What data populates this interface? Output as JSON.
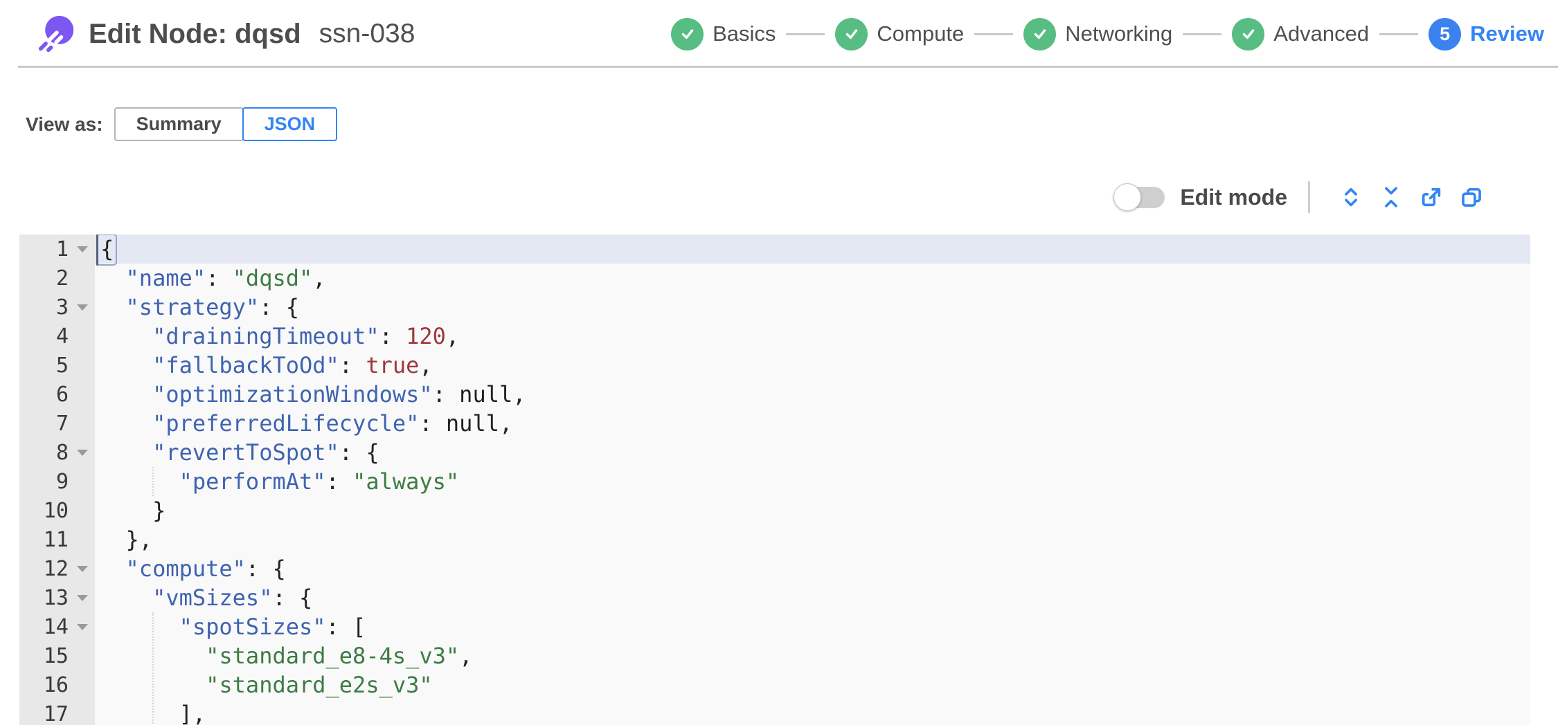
{
  "header": {
    "title": "Edit Node: dqsd",
    "subtitle": "ssn-038"
  },
  "stepper": {
    "steps": [
      {
        "label": "Basics",
        "state": "complete"
      },
      {
        "label": "Compute",
        "state": "complete"
      },
      {
        "label": "Networking",
        "state": "complete"
      },
      {
        "label": "Advanced",
        "state": "complete"
      },
      {
        "label": "Review",
        "state": "current",
        "number": "5"
      }
    ]
  },
  "view_toggle": {
    "label": "View as:",
    "options": [
      {
        "label": "Summary",
        "selected": false
      },
      {
        "label": "JSON",
        "selected": true
      }
    ]
  },
  "toolbar": {
    "edit_mode_label": "Edit mode",
    "edit_mode_on": false,
    "icons": [
      "expand-icon",
      "collapse-icon",
      "export-icon",
      "copy-icon"
    ]
  },
  "editor": {
    "active_line": 1,
    "guides": [
      {
        "col": 4,
        "from": 9,
        "to": 9
      },
      {
        "col": 4,
        "from": 14,
        "to": 17
      }
    ],
    "lines": [
      {
        "num": "1",
        "fold": true,
        "tokens": [
          {
            "t": "{",
            "c": "p",
            "cursor": true
          }
        ]
      },
      {
        "num": "2",
        "fold": false,
        "tokens": [
          {
            "t": "  ",
            "c": "p"
          },
          {
            "t": "\"name\"",
            "c": "k"
          },
          {
            "t": ": ",
            "c": "p"
          },
          {
            "t": "\"dqsd\"",
            "c": "s"
          },
          {
            "t": ",",
            "c": "p"
          }
        ]
      },
      {
        "num": "3",
        "fold": true,
        "tokens": [
          {
            "t": "  ",
            "c": "p"
          },
          {
            "t": "\"strategy\"",
            "c": "k"
          },
          {
            "t": ": {",
            "c": "p"
          }
        ]
      },
      {
        "num": "4",
        "fold": false,
        "tokens": [
          {
            "t": "    ",
            "c": "p"
          },
          {
            "t": "\"drainingTimeout\"",
            "c": "k"
          },
          {
            "t": ": ",
            "c": "p"
          },
          {
            "t": "120",
            "c": "n"
          },
          {
            "t": ",",
            "c": "p"
          }
        ]
      },
      {
        "num": "5",
        "fold": false,
        "tokens": [
          {
            "t": "    ",
            "c": "p"
          },
          {
            "t": "\"fallbackToOd\"",
            "c": "k"
          },
          {
            "t": ": ",
            "c": "p"
          },
          {
            "t": "true",
            "c": "n"
          },
          {
            "t": ",",
            "c": "p"
          }
        ]
      },
      {
        "num": "6",
        "fold": false,
        "tokens": [
          {
            "t": "    ",
            "c": "p"
          },
          {
            "t": "\"optimizationWindows\"",
            "c": "k"
          },
          {
            "t": ": ",
            "c": "p"
          },
          {
            "t": "null",
            "c": "u"
          },
          {
            "t": ",",
            "c": "p"
          }
        ]
      },
      {
        "num": "7",
        "fold": false,
        "tokens": [
          {
            "t": "    ",
            "c": "p"
          },
          {
            "t": "\"preferredLifecycle\"",
            "c": "k"
          },
          {
            "t": ": ",
            "c": "p"
          },
          {
            "t": "null",
            "c": "u"
          },
          {
            "t": ",",
            "c": "p"
          }
        ]
      },
      {
        "num": "8",
        "fold": true,
        "tokens": [
          {
            "t": "    ",
            "c": "p"
          },
          {
            "t": "\"revertToSpot\"",
            "c": "k"
          },
          {
            "t": ": {",
            "c": "p"
          }
        ]
      },
      {
        "num": "9",
        "fold": false,
        "tokens": [
          {
            "t": "      ",
            "c": "p"
          },
          {
            "t": "\"performAt\"",
            "c": "k"
          },
          {
            "t": ": ",
            "c": "p"
          },
          {
            "t": "\"always\"",
            "c": "s"
          }
        ]
      },
      {
        "num": "10",
        "fold": false,
        "tokens": [
          {
            "t": "    }",
            "c": "p"
          }
        ]
      },
      {
        "num": "11",
        "fold": false,
        "tokens": [
          {
            "t": "  },",
            "c": "p"
          }
        ]
      },
      {
        "num": "12",
        "fold": true,
        "tokens": [
          {
            "t": "  ",
            "c": "p"
          },
          {
            "t": "\"compute\"",
            "c": "k"
          },
          {
            "t": ": {",
            "c": "p"
          }
        ]
      },
      {
        "num": "13",
        "fold": true,
        "tokens": [
          {
            "t": "    ",
            "c": "p"
          },
          {
            "t": "\"vmSizes\"",
            "c": "k"
          },
          {
            "t": ": {",
            "c": "p"
          }
        ]
      },
      {
        "num": "14",
        "fold": true,
        "tokens": [
          {
            "t": "      ",
            "c": "p"
          },
          {
            "t": "\"spotSizes\"",
            "c": "k"
          },
          {
            "t": ": [",
            "c": "p"
          }
        ]
      },
      {
        "num": "15",
        "fold": false,
        "tokens": [
          {
            "t": "        ",
            "c": "p"
          },
          {
            "t": "\"standard_e8-4s_v3\"",
            "c": "s"
          },
          {
            "t": ",",
            "c": "p"
          }
        ]
      },
      {
        "num": "16",
        "fold": false,
        "tokens": [
          {
            "t": "        ",
            "c": "p"
          },
          {
            "t": "\"standard_e2s_v3\"",
            "c": "s"
          }
        ]
      },
      {
        "num": "17",
        "fold": false,
        "tokens": [
          {
            "t": "      ],",
            "c": "p"
          }
        ]
      }
    ]
  },
  "colors": {
    "accent_blue": "#3385f4",
    "step_green": "#57bd82",
    "logo_purple": "#7c57f2",
    "json_key": "#3f63b0",
    "json_string": "#3d7c44",
    "json_number": "#9e383d",
    "active_line_bg": "#e3e8f3",
    "gutter_bg": "#e8e8e8",
    "editor_bg": "#f9f9f9"
  }
}
